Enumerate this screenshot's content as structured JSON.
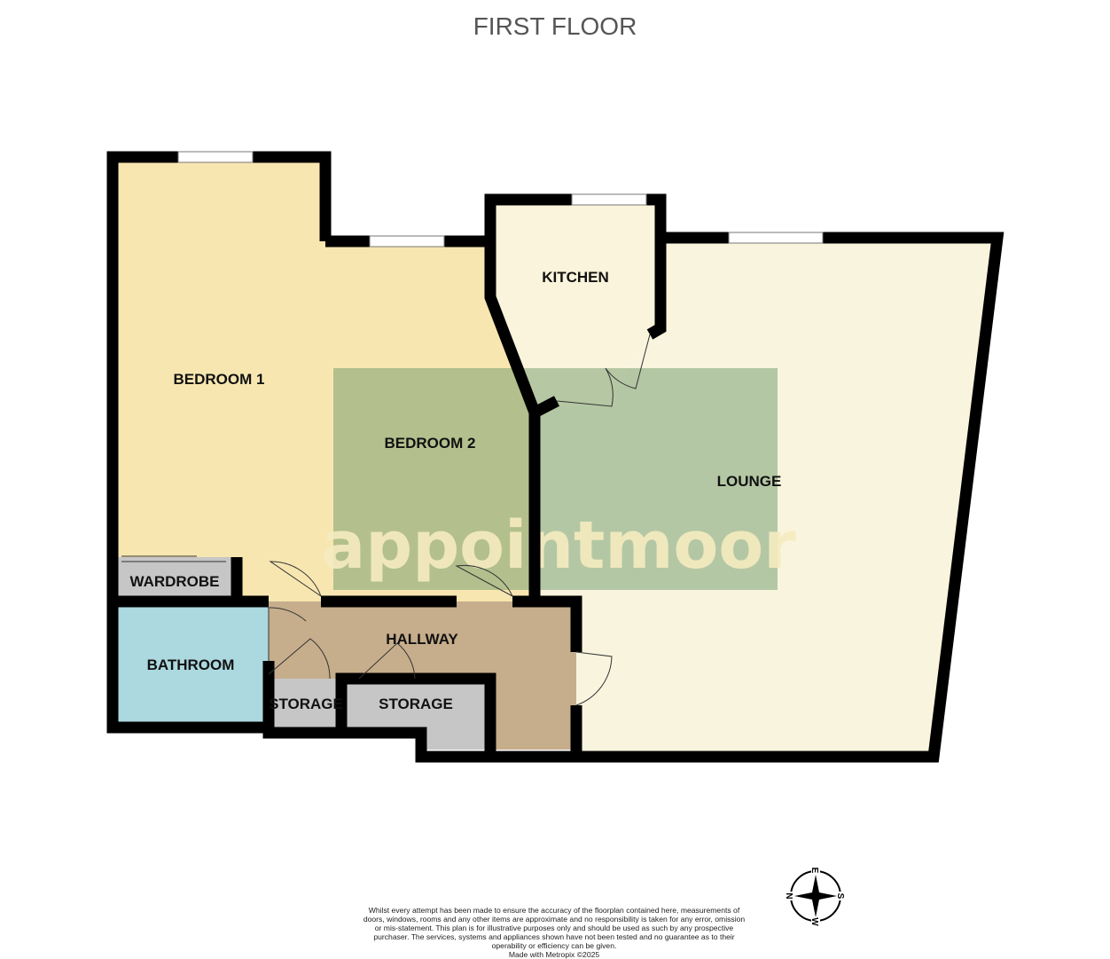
{
  "title": "FIRST FLOOR",
  "rooms": {
    "bedroom1": "BEDROOM 1",
    "bedroom2": "BEDROOM 2",
    "kitchen": "KITCHEN",
    "lounge": "LOUNGE",
    "wardrobe": "WARDROBE",
    "bathroom": "BATHROOM",
    "hallway": "HALLWAY",
    "storage1": "STORAGE",
    "storage2": "STORAGE"
  },
  "watermark": "appointmoor",
  "compass": {
    "top": "E",
    "left": "N",
    "right": "S",
    "bottom": "W"
  },
  "disclaimer": "Whilst every attempt has been made to ensure the accuracy of the floorplan contained here, measurements of doors, windows, rooms and any other items are approximate and no responsibility is taken for any error, omission or mis-statement. This plan is for illustrative purposes only and should be used as such by any prospective purchaser. The services, systems and appliances shown have not been tested and no guarantee as to their operability or efficiency can be given.",
  "credit": "Made with Metropix ©2025",
  "colors": {
    "bedroom": "#f7e6b0",
    "kitchen": "#faf4dc",
    "lounge": "#f9f4de",
    "hallway": "#c6ad8b",
    "bathroom": "#acd8df",
    "storage": "#c6c6c6",
    "wall": "#000000"
  }
}
